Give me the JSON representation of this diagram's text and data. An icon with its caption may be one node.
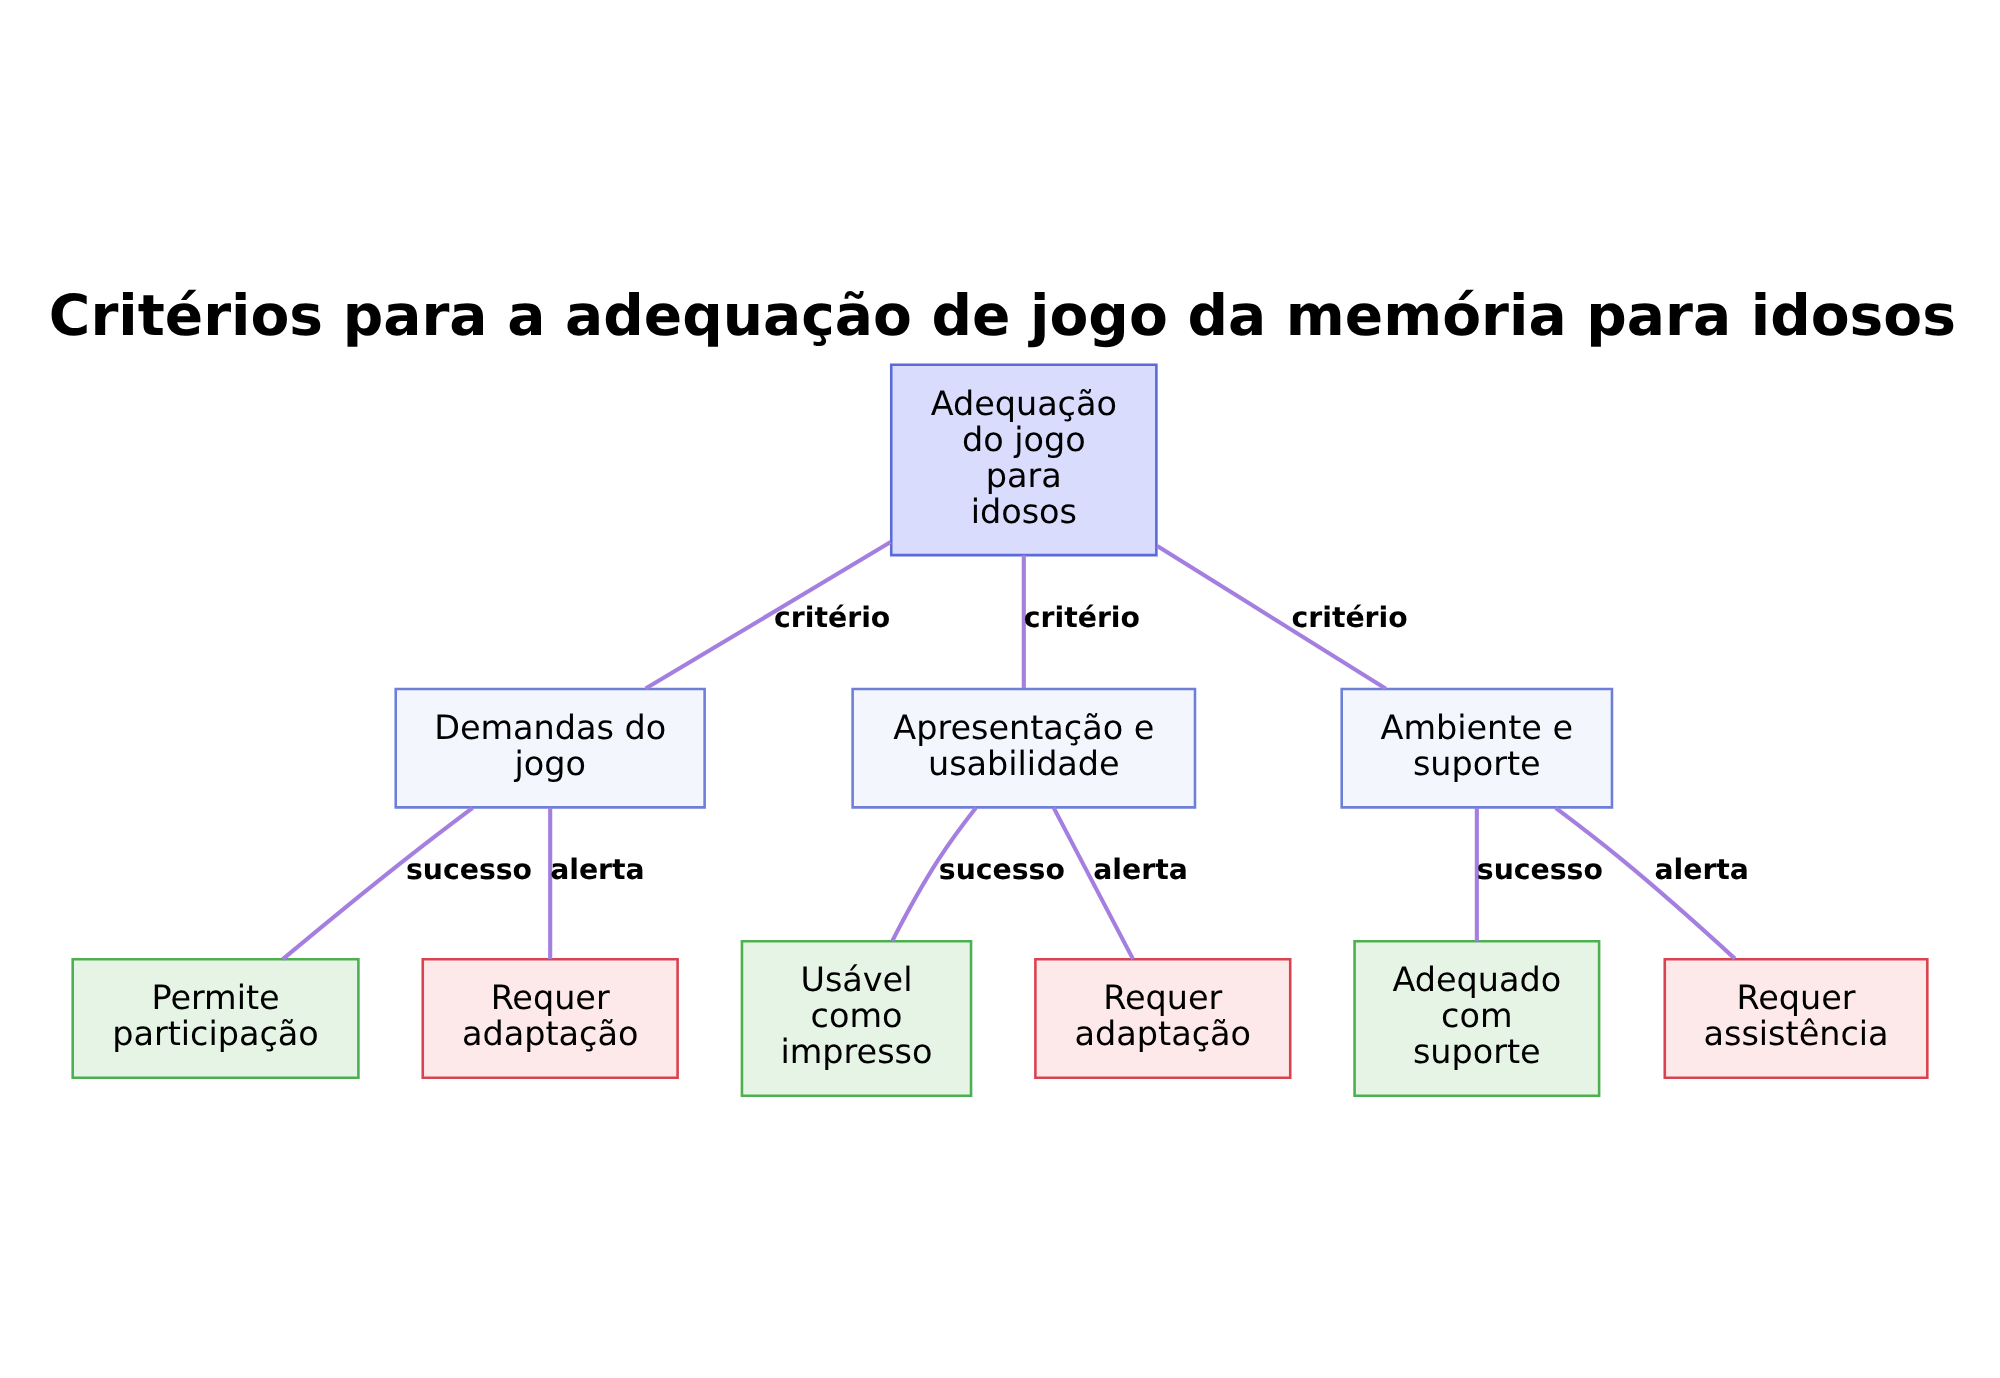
{
  "diagram": {
    "title": "Critérios para a adequação de jogo da memória para idosos",
    "nodes": [
      {
        "text": [
          "Adequação do jogo para idosos"
        ]
      },
      {
        "text": [
          "Demandas do jogo"
        ]
      },
      {
        "text": [
          "Apresentação e usabilidade"
        ]
      },
      {
        "text": [
          "Ambiente e suporte"
        ]
      },
      {
        "text": [
          "Permite participação"
        ]
      },
      {
        "text": [
          "Requer adaptação"
        ]
      },
      {
        "text": [
          "Usável como impresso"
        ]
      },
      {
        "text": [
          "Requer adaptação"
        ]
      },
      {
        "text": [
          "Adequado com suporte"
        ]
      },
      {
        "text": [
          "Requer assistência"
        ]
      }
    ],
    "edges": [
      {
        "from": 0,
        "to": 1,
        "arrow": "none",
        "label": "critério"
      },
      {
        "from": 0,
        "to": 2,
        "arrow": "none",
        "label": "critério"
      },
      {
        "from": 0,
        "to": 3,
        "arrow": "none",
        "label": "critério"
      },
      {
        "from": 1,
        "to": 4,
        "arrow": "none",
        "label": "sucesso"
      },
      {
        "from": 1,
        "to": 5,
        "arrow": "none",
        "label": "alerta"
      },
      {
        "from": 2,
        "to": 6,
        "arrow": "none",
        "label": "sucesso"
      },
      {
        "from": 2,
        "to": 7,
        "arrow": "none",
        "label": "alerta"
      },
      {
        "from": 3,
        "to": 8,
        "arrow": "none",
        "label": "sucesso"
      },
      {
        "from": 3,
        "to": 9,
        "arrow": "none",
        "label": "alerta"
      }
    ]
  }
}
